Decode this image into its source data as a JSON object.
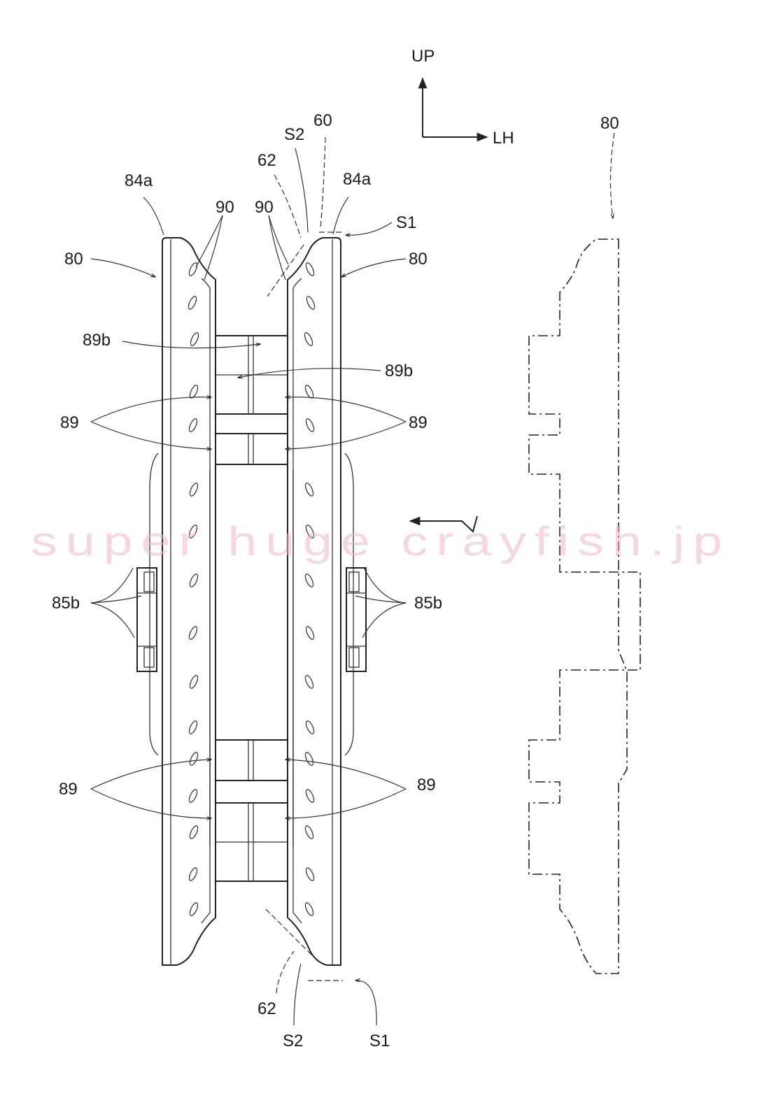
{
  "directions": {
    "up": "UP",
    "lh": "LH"
  },
  "labels": {
    "ref_60": "60",
    "ref_62": "62",
    "ref_80": "80",
    "ref_84a": "84a",
    "ref_85b": "85b",
    "ref_89": "89",
    "ref_89b": "89b",
    "ref_90": "90",
    "ref_s1": "S1",
    "ref_s2": "S2"
  },
  "watermark": "super huge crayfish.jp"
}
